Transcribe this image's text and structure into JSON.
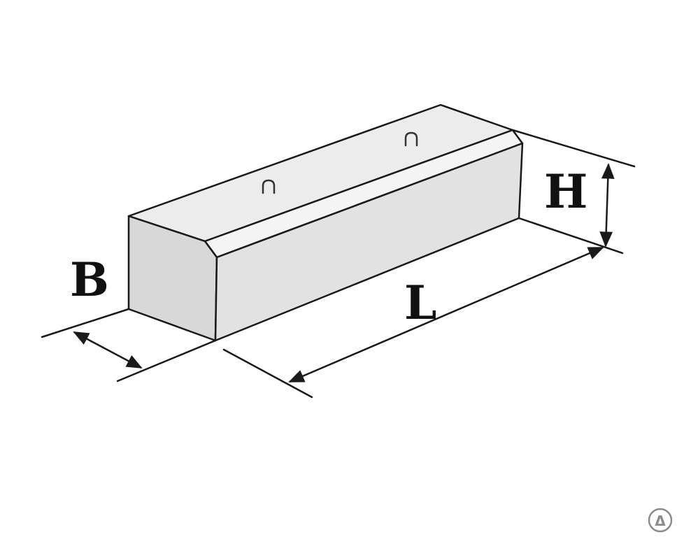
{
  "labels": {
    "height": "H",
    "width": "B",
    "length": "L"
  },
  "logo": {
    "glyph": "Δ",
    "shape": "circle-logo"
  },
  "colors": {
    "face_top": "#ececec",
    "face_front": "#e0e0e0",
    "face_end": "#d4d4d4",
    "chamfer": "#f2f2f2",
    "stroke": "#1a1a1a",
    "logo": "#8c8c8c"
  }
}
